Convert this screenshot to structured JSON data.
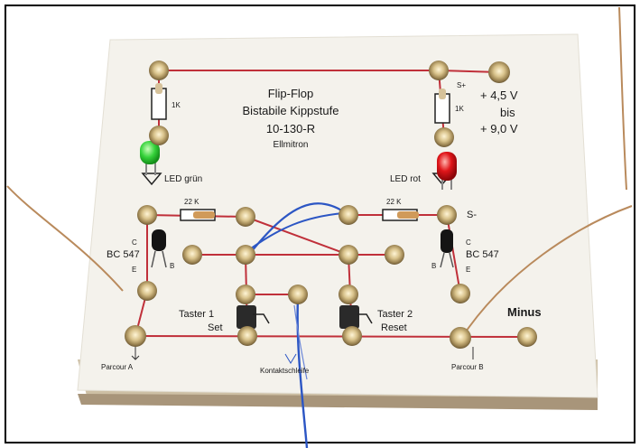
{
  "board": {
    "title_lines": [
      "Flip-Flop",
      "Bistabile Kippstufe",
      "10-130-R",
      "Ellmitron"
    ],
    "supply_lines": [
      "+ 4,5 V",
      "bis",
      "+ 9,0 V"
    ],
    "minus": "Minus",
    "s_plus": "S+",
    "s_minus": "S-",
    "resistor_1k_left": "1K",
    "resistor_1k_right": "1K",
    "resistor_22k_left": "22 K",
    "resistor_22k_right": "22 K",
    "led_left": "LED grün",
    "led_right": "LED rot",
    "transistor_left": "BC 547",
    "transistor_right": "BC 547",
    "pin_c": "C",
    "pin_b": "B",
    "pin_e": "E",
    "button_left_1": "Taster 1",
    "button_left_2": "Set",
    "button_right_1": "Taster 2",
    "button_right_2": "Reset",
    "parcour_a": "Parcour A",
    "parcour_b": "Parcour B",
    "contact_loop": "Kontaktschleife"
  },
  "colors": {
    "board": "#f4f2ec",
    "board_edge": "#d9cbb0",
    "wire_red": "#c0303a",
    "wire_blue": "#2c56c4",
    "wire_copper": "#b98a5c",
    "spring": "#b8a070",
    "led_green": "#35d23a",
    "led_red": "#e0161a"
  }
}
